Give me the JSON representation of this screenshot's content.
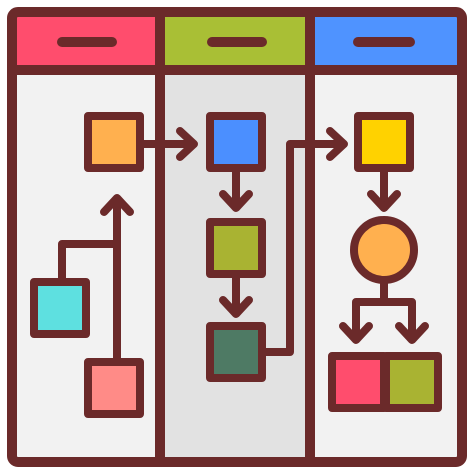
{
  "diagram": {
    "type": "swimlane-flowchart",
    "outline_color": "#6b2a2a",
    "lanes": [
      {
        "name": "lane-1",
        "header_color": "#ff4d6d",
        "body_color": "#f2f2f2",
        "nodes": [
          {
            "name": "node-orange-square",
            "shape": "square",
            "fill": "#ffb04f"
          },
          {
            "name": "node-teal-square",
            "shape": "square",
            "fill": "#5ee0e0"
          },
          {
            "name": "node-salmon-square",
            "shape": "square",
            "fill": "#ff8b87"
          }
        ]
      },
      {
        "name": "lane-2",
        "header_color": "#a9bf35",
        "body_color": "#e2e2e2",
        "nodes": [
          {
            "name": "node-blue-square",
            "shape": "square",
            "fill": "#4b8fff"
          },
          {
            "name": "node-olive-square",
            "shape": "square",
            "fill": "#a9b332"
          },
          {
            "name": "node-darkgreen-square",
            "shape": "square",
            "fill": "#4e7a64"
          }
        ]
      },
      {
        "name": "lane-3",
        "header_color": "#4f93ff",
        "body_color": "#f2f2f2",
        "nodes": [
          {
            "name": "node-yellow-square",
            "shape": "square",
            "fill": "#ffd200"
          },
          {
            "name": "node-orange-circle",
            "shape": "circle",
            "fill": "#ffb04f"
          },
          {
            "name": "node-red-rect",
            "shape": "rect",
            "fill": "#ff4d6d"
          },
          {
            "name": "node-green-rect",
            "shape": "rect",
            "fill": "#a9b332"
          }
        ]
      }
    ],
    "edges": [
      {
        "from": "node-teal-square",
        "to": "node-orange-square"
      },
      {
        "from": "node-salmon-square",
        "to": "node-orange-square"
      },
      {
        "from": "node-orange-square",
        "to": "node-blue-square"
      },
      {
        "from": "node-blue-square",
        "to": "node-olive-square"
      },
      {
        "from": "node-olive-square",
        "to": "node-darkgreen-square"
      },
      {
        "from": "node-darkgreen-square",
        "to": "node-yellow-square"
      },
      {
        "from": "node-yellow-square",
        "to": "node-orange-circle"
      },
      {
        "from": "node-orange-circle",
        "to": "node-red-rect"
      },
      {
        "from": "node-orange-circle",
        "to": "node-green-rect"
      }
    ]
  }
}
